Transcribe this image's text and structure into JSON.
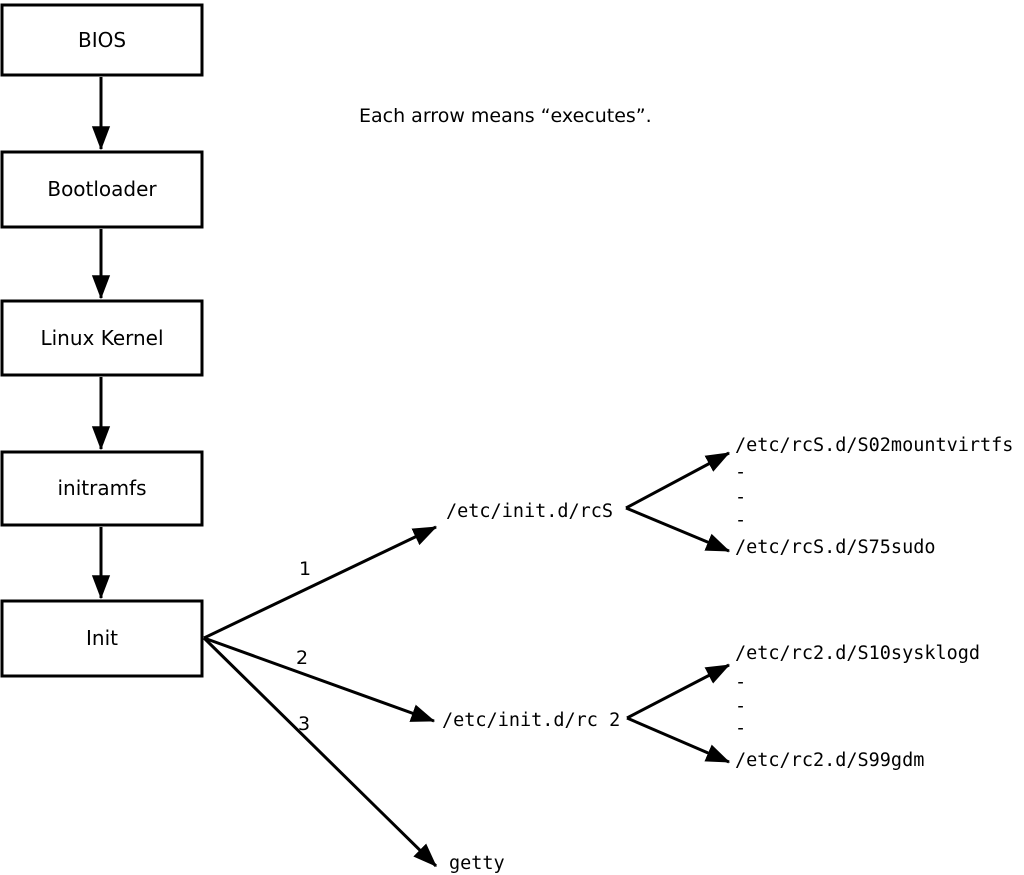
{
  "note": "Each arrow means “executes”.",
  "colors": {
    "foreground": "#000000",
    "background": "#ffffff"
  },
  "boot_chain": [
    {
      "label": "BIOS"
    },
    {
      "label": "Bootloader"
    },
    {
      "label": "Linux Kernel"
    },
    {
      "label": "initramfs"
    },
    {
      "label": "Init"
    }
  ],
  "init_branches": [
    {
      "number": "1",
      "target": "/etc/init.d/rcS"
    },
    {
      "number": "2",
      "target": "/etc/init.d/rc 2"
    },
    {
      "number": "3",
      "target": "getty"
    }
  ],
  "rcS_dir": {
    "first": "/etc/rcS.d/S02mountvirtfs",
    "ellipsis": [
      "-",
      "-",
      "-"
    ],
    "last": "/etc/rcS.d/S75sudo"
  },
  "rc2_dir": {
    "first": "/etc/rc2.d/S10sysklogd",
    "ellipsis": [
      "-",
      "-",
      "-"
    ],
    "last": "/etc/rc2.d/S99gdm"
  }
}
